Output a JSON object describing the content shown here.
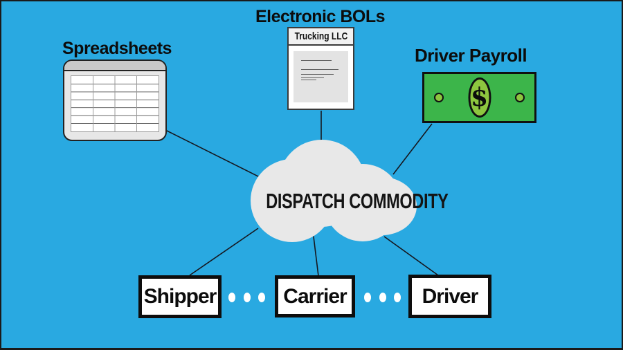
{
  "background_color": "#29a9e1",
  "cloud": {
    "label": "DISPATCH COMMODITY",
    "color": "#e8e8e8"
  },
  "nodes": {
    "spreadsheets": {
      "label": "Spreadsheets",
      "icon": "spreadsheet-grid-icon"
    },
    "electronic_bols": {
      "label": "Electronic BOLs",
      "doc_title": "Trucking LLC",
      "icon": "document-icon"
    },
    "driver_payroll": {
      "label": "Driver Payroll",
      "currency_symbol": "$",
      "icon": "dollar-bill-icon"
    }
  },
  "parties": [
    {
      "label": "Shipper"
    },
    {
      "label": "Carrier"
    },
    {
      "label": "Driver"
    }
  ],
  "colors": {
    "bill_green": "#3cb54a",
    "bill_accent": "#8dc63f",
    "line": "#16161d",
    "cloud_gray": "#e8e8e8"
  }
}
